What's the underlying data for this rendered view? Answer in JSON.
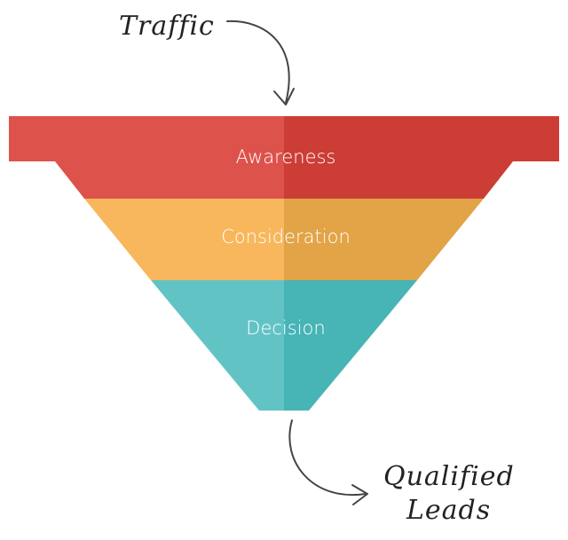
{
  "input_label": "Traffic",
  "output_label": [
    "Qualified",
    "Leads"
  ],
  "stages": [
    {
      "label": "Awareness",
      "color_light": "#dd524b",
      "color_dark": "#cc3d36"
    },
    {
      "label": "Consideration",
      "color_light": "#f8b75c",
      "color_dark": "#e2a447"
    },
    {
      "label": "Decision",
      "color_light": "#62c3c5",
      "color_dark": "#47b4b6"
    }
  ]
}
